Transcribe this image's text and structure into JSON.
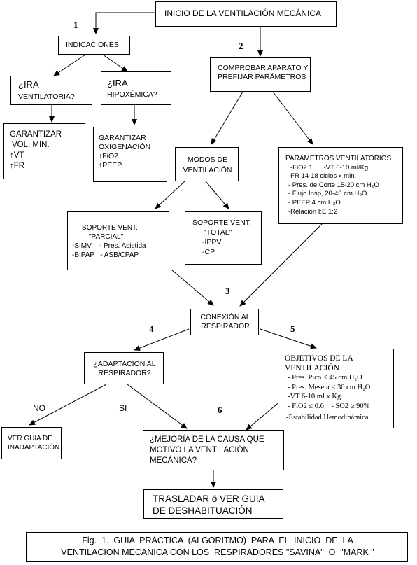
{
  "nodes": {
    "inicio": "INICIO DE LA VENTILACIÓN MECÁNICA",
    "indicaciones": "INDICACIONES",
    "ira_vent": [
      "¿IRA",
      "VENTILATORIA?"
    ],
    "ira_hipox": [
      "¿IRA",
      "HIPOXÉMICA?"
    ],
    "garantizar_vol": [
      "GARANTIZAR",
      "VOL. MIN.",
      "↑VT",
      "↑FR"
    ],
    "garantizar_oxi": [
      "GARANTIZAR",
      "OXIGENACIÓN",
      "↑FiO2",
      "↑PEEP"
    ],
    "comprobar": [
      "COMPROBAR APARATO Y",
      "PREFIJAR  PARÁMETROS"
    ],
    "modos": [
      "MODOS DE",
      "VENTILACIÓN"
    ],
    "parametros": [
      "PARÁMETROS VENTILATORIOS",
      "-FiO2 1      -VT 6-10 ml/Kg",
      "-FR 14-18 ciclos x min.",
      "- Pres. de Corte 15-20 cm H₂O",
      "- Flujo Insp, 20-40 cm H₂O",
      "- PEEP 4 cm H₂O",
      "-Relación I:E 1:2"
    ],
    "soporte_parcial": [
      "SOPORTE VENT.",
      "\"PARCIAL\"",
      "-SIMV    - Pres. Asistida",
      "-BIPAP   - ASB/CPAP"
    ],
    "soporte_total": [
      "SOPORTE VENT.",
      "\"TOTAL\"",
      "-IPPV",
      "-CP"
    ],
    "conexion": [
      "CONEXIÓN AL",
      "RESPIRADOR"
    ],
    "adaptacion": [
      "¿ADAPTACION AL",
      "RESPIRADOR?"
    ],
    "objetivos": [
      "OBJETIVOS  DE LA",
      "VENTILACIÓN",
      "- Pres. Pico < 45 cm H₂O",
      "- Pres. Meseta < 30 cm H₂O",
      "-VT 6-10 ml x Kg",
      "- FiO2 ≤ 0.6    - SO2 ≥ 90%",
      "-Estabilidad Hemodinámica"
    ],
    "ver_guia_inad": [
      "VER GUIA DE",
      "INADAPTACIÓN"
    ],
    "mejoria": [
      "¿MEJORÍA DE LA CAUSA QUE",
      "MOTIVÓ LA VENTILACIÓN",
      "MECÁNICA?"
    ],
    "trasladar": [
      "TRASLADAR ó VER GUIA",
      "DE DESHABITUACIÓN"
    ]
  },
  "step_numbers": {
    "n1": "1",
    "n2": "2",
    "n3": "3",
    "n4": "4",
    "n5": "5",
    "n6": "6"
  },
  "branch_labels": {
    "no": "NO",
    "si": "SI"
  },
  "caption": [
    "Fig.  1.  GUIA  PRÁCTICA  (ALGORITMO)  PARA  EL  INICIO  DE  LA",
    "VENTILACION MECANICA CON LOS  RESPIRADORES \"SAVINA\"  O  \"MARK \""
  ]
}
